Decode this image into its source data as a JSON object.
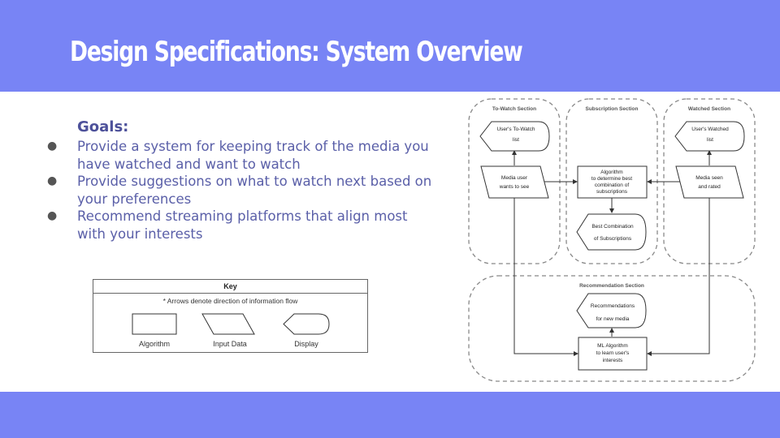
{
  "title": "Design Specifications: System Overview",
  "goals": {
    "heading": "Goals:",
    "items": [
      "Provide a system for keeping track of the media you have watched and want to watch",
      "Provide suggestions on what to watch next based on your preferences",
      "Recommend streaming platforms that align most with your interests"
    ]
  },
  "key": {
    "title": "Key",
    "note": "* Arrows denote direction of information flow",
    "items": [
      {
        "label": "Algorithm",
        "shape": "rectangle"
      },
      {
        "label": "Input Data",
        "shape": "parallelogram"
      },
      {
        "label": "Display",
        "shape": "display"
      }
    ]
  },
  "diagram": {
    "sections": {
      "to_watch": "To-Watch Section",
      "subscription": "Subscription Section",
      "watched": "Watched Section",
      "recommendation": "Recommendation Section"
    },
    "nodes": {
      "to_watch_list": [
        "User's To-Watch",
        "list"
      ],
      "media_user_wants": [
        "Media user",
        "wants to see"
      ],
      "algorithm_best_combo": [
        "Algorithm",
        "to determine best",
        "combination of",
        "subscriptions"
      ],
      "best_combination": [
        "Best Combination",
        "of Subscriptions"
      ],
      "watched_list": [
        "User's Watched",
        "list"
      ],
      "media_seen_rated": [
        "Media seen",
        "and rated"
      ],
      "recommendations": [
        "Recommendations",
        "for new media"
      ],
      "ml_algorithm": [
        "ML Algorithm",
        "to learn user's",
        "interests"
      ]
    }
  }
}
